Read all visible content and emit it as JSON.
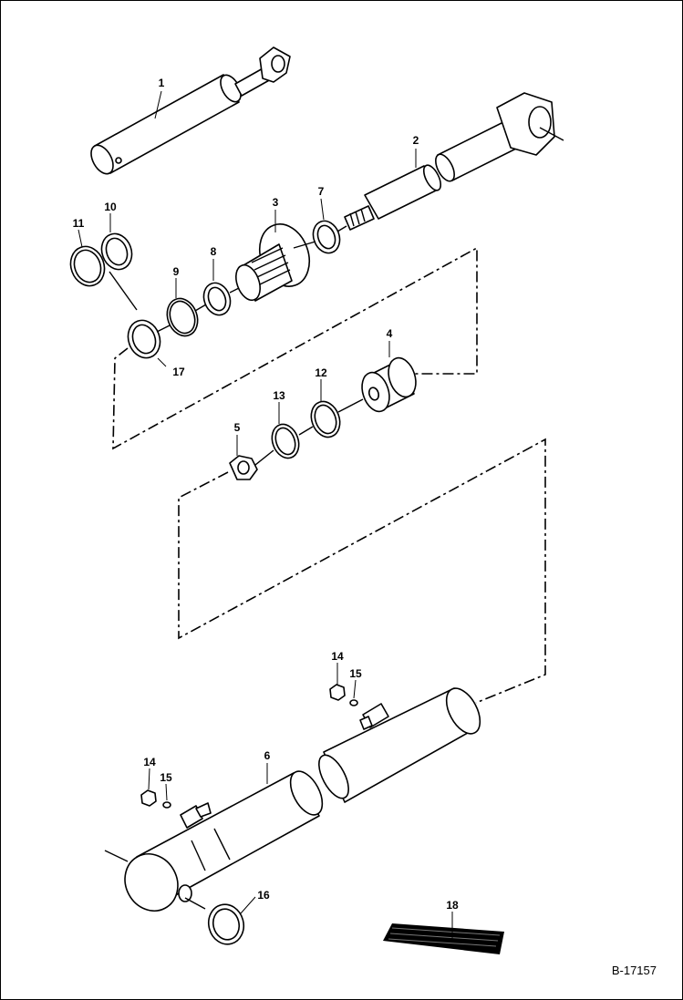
{
  "figure_id": "B-17157",
  "callouts": {
    "c1": "1",
    "c2": "2",
    "c3": "3",
    "c4": "4",
    "c5": "5",
    "c6": "6",
    "c7": "7",
    "c8": "8",
    "c9": "9",
    "c10": "10",
    "c11": "11",
    "c12": "12",
    "c13": "13",
    "c14a": "14",
    "c14b": "14",
    "c15a": "15",
    "c15b": "15",
    "c16": "16",
    "c17": "17",
    "c18": "18"
  },
  "colors": {
    "line": "#000000",
    "background": "#ffffff"
  }
}
